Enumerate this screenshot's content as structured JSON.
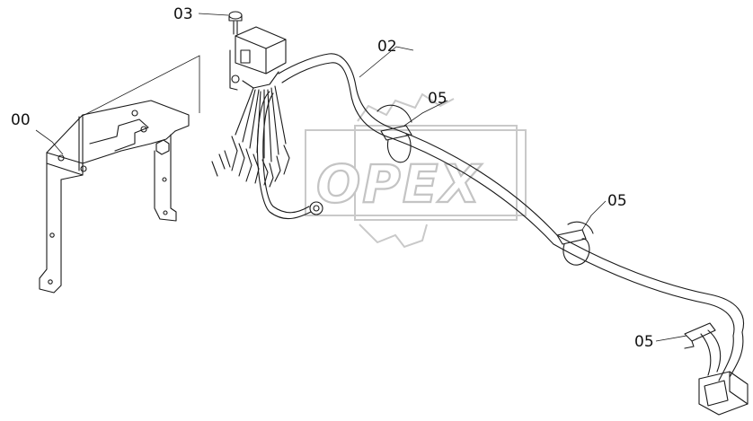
{
  "watermark": {
    "text": "OPEX",
    "color": "#c8c8c8"
  },
  "callouts": [
    {
      "id": "00",
      "text": "00"
    },
    {
      "id": "02",
      "text": "02"
    },
    {
      "id": "03",
      "text": "03"
    },
    {
      "id": "05a",
      "text": "05"
    },
    {
      "id": "05b",
      "text": "05"
    },
    {
      "id": "05c",
      "text": "05"
    }
  ],
  "line_color": "#1a1a1a"
}
